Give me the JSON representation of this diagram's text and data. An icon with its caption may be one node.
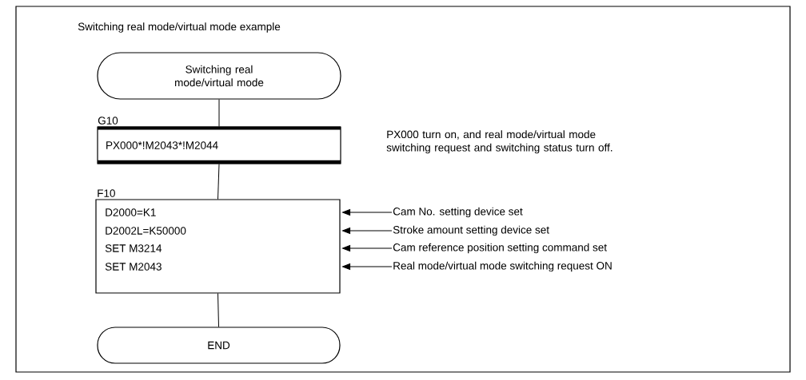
{
  "diagram": {
    "title": "Switching real mode/virtual mode example",
    "nodes": [
      {
        "text": [
          "Switching real mode/virtual mode"
        ]
      },
      {
        "text": [
          "G10",
          "PX000*!M2043*!M2044"
        ]
      },
      {
        "text": [
          "F10",
          "D2000=K1",
          "D2002L=K50000",
          "SET M3214",
          "SET M2043"
        ]
      },
      {
        "text": [
          "Cam No. setting device set"
        ]
      },
      {
        "text": [
          "Stroke amount setting device set"
        ]
      },
      {
        "text": [
          "Cam reference position setting command set"
        ]
      },
      {
        "text": [
          "Real mode/virtual mode switching request ON"
        ]
      },
      {
        "text": [
          "END"
        ]
      }
    ],
    "edges": [
      {
        "from": 0,
        "to": 1,
        "arrow": "none"
      },
      {
        "from": 1,
        "to": 2,
        "arrow": "none"
      },
      {
        "from": 2,
        "to": 7,
        "arrow": "none"
      },
      {
        "from": 3,
        "to": 2,
        "arrow": "to"
      },
      {
        "from": 4,
        "to": 2,
        "arrow": "to"
      },
      {
        "from": 5,
        "to": 2,
        "arrow": "to"
      },
      {
        "from": 6,
        "to": 2,
        "arrow": "to"
      }
    ],
    "labels": [
      "PX000 turn on, and real mode/virtual mode switching request and switching status turn off."
    ]
  }
}
